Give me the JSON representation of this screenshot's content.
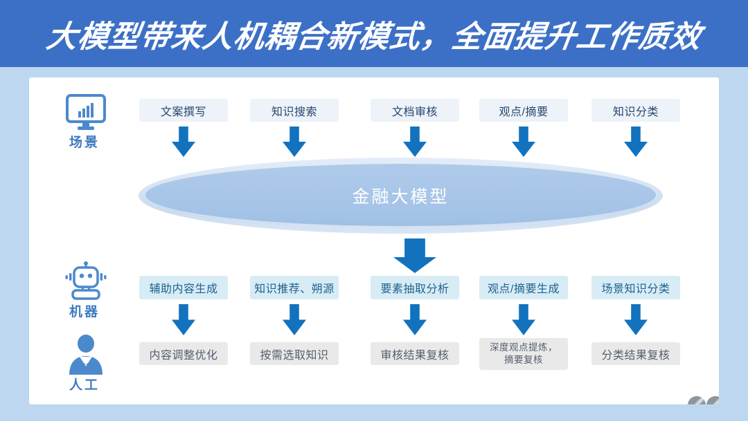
{
  "banner": {
    "title": "大模型带来人机耦合新模式，全面提升工作质效"
  },
  "scene_row": {
    "label": "场景",
    "icon": "monitor-chart-icon",
    "items": [
      "文案撰写",
      "知识搜索",
      "文档审核",
      "观点/摘要",
      "知识分类"
    ]
  },
  "model": {
    "label": "金融大模型"
  },
  "machine_row": {
    "label": "机器",
    "icon": "robot-icon",
    "items": [
      "辅助内容生成",
      "知识推荐、朔源",
      "要素抽取分析",
      "观点/摘要生成",
      "场景知识分类"
    ]
  },
  "human_row": {
    "label": "人工",
    "icon": "person-icon",
    "items": [
      "内容调整优化",
      "按需选取知识",
      "审核结果复核",
      "深度观点提炼，\n摘要复核",
      "分类结果复核"
    ]
  },
  "colors": {
    "banner_bg": "#3C70C7",
    "page_bg": "#BDD7F1",
    "arrow_blue": "#1272BE",
    "ellipse_fill": "#A7C5E8",
    "scene_box_bg": "#EDF3F9",
    "machine_box_bg": "#D7ECF5",
    "human_box_bg": "#E9E9E9",
    "icon_blue": "#4C89CC"
  }
}
